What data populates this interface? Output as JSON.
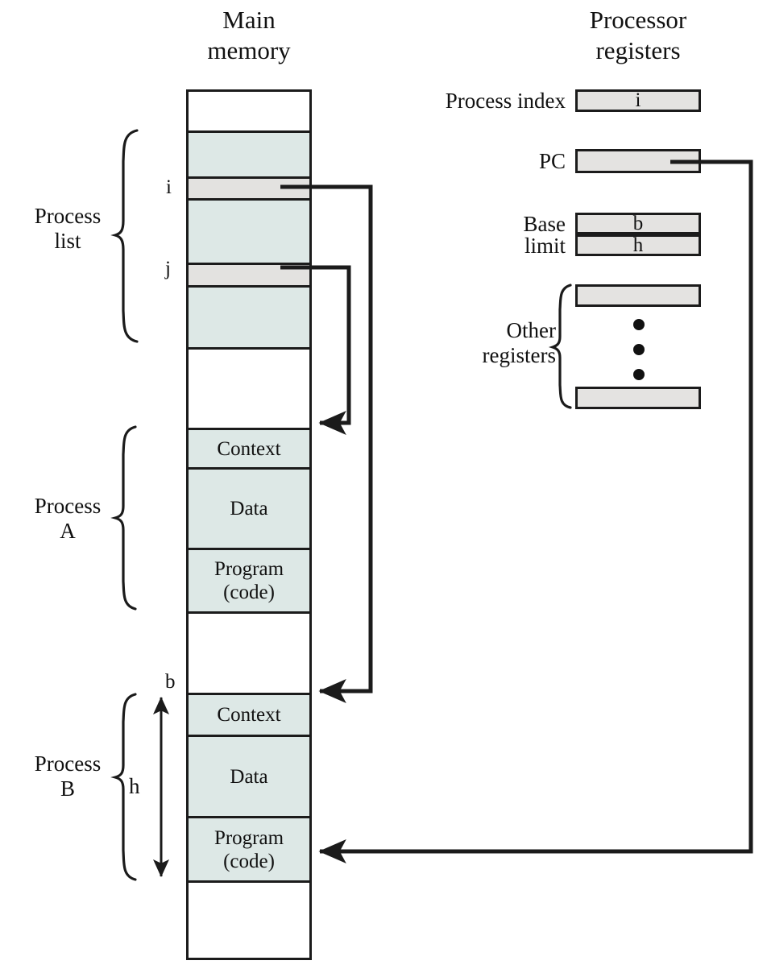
{
  "titles": {
    "main_memory": "Main\nmemory",
    "main_memory_line1": "Main",
    "main_memory_line2": "memory",
    "processor_registers_line1": "Processor",
    "processor_registers_line2": "registers"
  },
  "memory": {
    "bands": [
      {
        "name": "free-top",
        "label": "",
        "fill": "white"
      },
      {
        "name": "process-list-1",
        "label": "",
        "fill": "teal"
      },
      {
        "name": "process-entry-i",
        "label": "",
        "fill": "gray"
      },
      {
        "name": "process-list-2",
        "label": "",
        "fill": "teal"
      },
      {
        "name": "process-entry-j",
        "label": "",
        "fill": "gray"
      },
      {
        "name": "process-list-3",
        "label": "",
        "fill": "teal"
      },
      {
        "name": "free-mid-1",
        "label": "",
        "fill": "white"
      },
      {
        "name": "process-a-context",
        "label": "Context",
        "fill": "teal"
      },
      {
        "name": "process-a-data",
        "label": "Data",
        "fill": "teal"
      },
      {
        "name": "process-a-program",
        "label": "Program\n(code)",
        "fill": "teal"
      },
      {
        "name": "free-mid-2",
        "label": "",
        "fill": "white"
      },
      {
        "name": "process-b-context",
        "label": "Context",
        "fill": "teal"
      },
      {
        "name": "process-b-data",
        "label": "Data",
        "fill": "teal"
      },
      {
        "name": "process-b-program",
        "label": "Program\n(code)",
        "fill": "teal"
      },
      {
        "name": "free-bottom",
        "label": "",
        "fill": "white"
      }
    ],
    "tick_i": "i",
    "tick_j": "j",
    "tick_b": "b",
    "dimension_h": "h"
  },
  "brackets": {
    "process_list_line1": "Process",
    "process_list_line2": "list",
    "process_a_line1": "Process",
    "process_a_line2": "A",
    "process_b_line1": "Process",
    "process_b_line2": "B",
    "other_registers_line1": "Other",
    "other_registers_line2": "registers"
  },
  "registers": [
    {
      "name": "process-index",
      "label": "Process index",
      "value": "i"
    },
    {
      "name": "pc",
      "label": "PC",
      "value": ""
    },
    {
      "name": "base",
      "label": "Base",
      "value": "b"
    },
    {
      "name": "limit",
      "label": "limit",
      "value": "h"
    },
    {
      "name": "other-first",
      "label": "",
      "value": ""
    },
    {
      "name": "other-last",
      "label": "",
      "value": ""
    }
  ],
  "colors": {
    "stroke": "#1b1b1b",
    "block_teal": "#dde8e6",
    "block_gray": "#e3e2e0",
    "register_fill": "#e4e3e1",
    "background": "#ffffff"
  },
  "connectors": [
    {
      "name": "i-entry-to-process-b",
      "from": "process-entry-i",
      "to": "process-b-context-top"
    },
    {
      "name": "j-entry-to-process-a",
      "from": "process-entry-j",
      "to": "process-a-context-top"
    },
    {
      "name": "pc-to-process-b-program",
      "from": "pc-register",
      "to": "process-b-program"
    }
  ]
}
